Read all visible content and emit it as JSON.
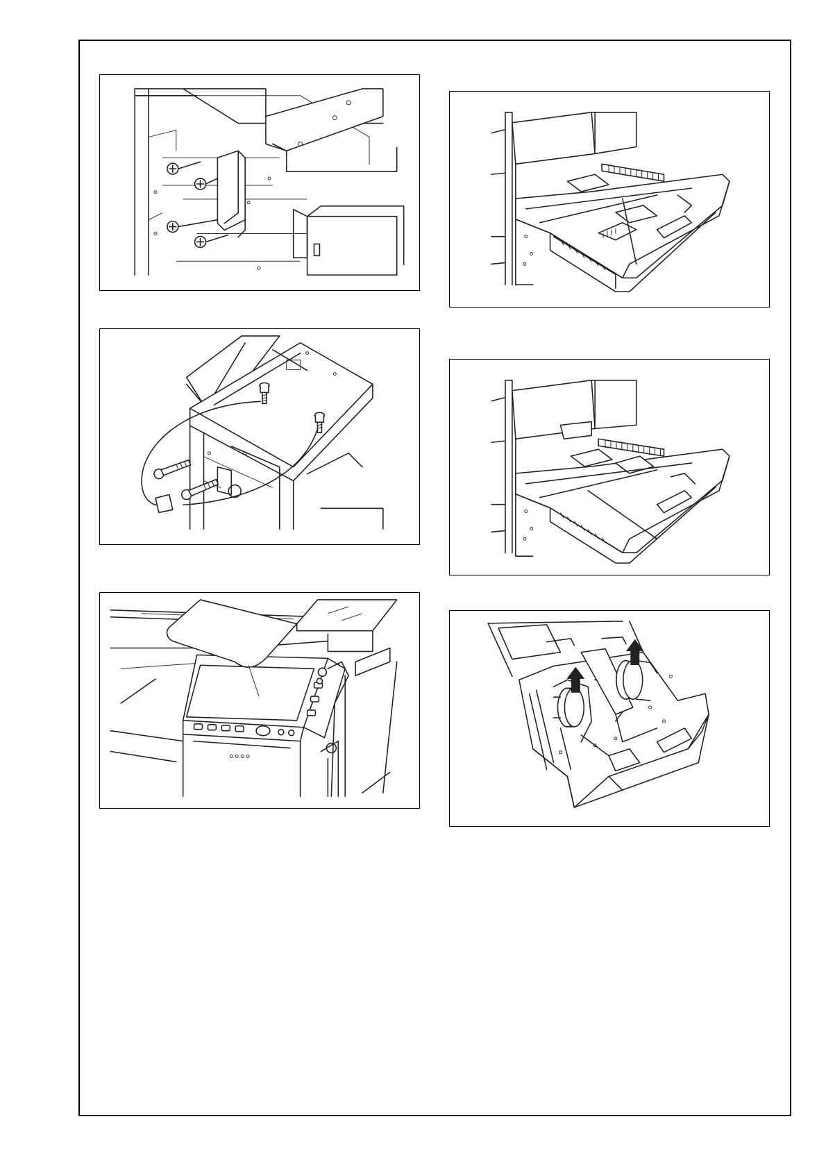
{
  "page": {
    "figures": [
      {
        "id": "fig-1",
        "icon": "bracket-screws-illustration"
      },
      {
        "id": "fig-2",
        "icon": "scanner-screws-cable-illustration"
      },
      {
        "id": "fig-3",
        "icon": "control-panel-sheet-illustration"
      },
      {
        "id": "fig-4",
        "icon": "paper-tray-open-illustration"
      },
      {
        "id": "fig-5",
        "icon": "paper-tray-guides-illustration"
      },
      {
        "id": "fig-6",
        "icon": "tray-lift-arrows-illustration"
      }
    ]
  }
}
